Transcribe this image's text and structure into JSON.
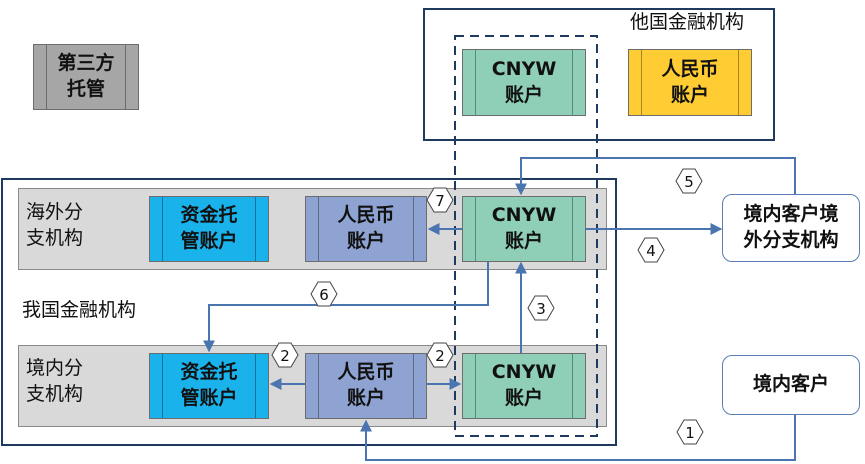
{
  "legend": {
    "label": "第三方\n托管"
  },
  "foreign_institution": {
    "title": "他国金融机构",
    "cnyw_account": "CNYW\n账户",
    "rmb_account": "人民币\n账户"
  },
  "domestic_institution": {
    "title": "我国金融机构",
    "overseas_branch": {
      "label": "海外分\n支机构",
      "custody_account": "资金托\n管账户",
      "rmb_account": "人民币\n账户",
      "cnyw_account": "CNYW\n账户"
    },
    "domestic_branch": {
      "label": "境内分\n支机构",
      "custody_account": "资金托\n管账户",
      "rmb_account": "人民币\n账户",
      "cnyw_account": "CNYW\n账户"
    }
  },
  "customers": {
    "overseas_branch_customer": "境内客户境\n外分支机构",
    "domestic_customer": "境内客户"
  },
  "steps": [
    "1",
    "2",
    "2",
    "3",
    "4",
    "5",
    "6",
    "7"
  ],
  "colors": {
    "frame": "#1f3a5f",
    "arrow": "#4a75b0",
    "cnyw": "#8fcfb8",
    "rmb_domestic": "#8ea3d1",
    "custody": "#1ab2ea",
    "rmb_foreign": "#ffcc33",
    "third_party": "#a6a6a6"
  }
}
